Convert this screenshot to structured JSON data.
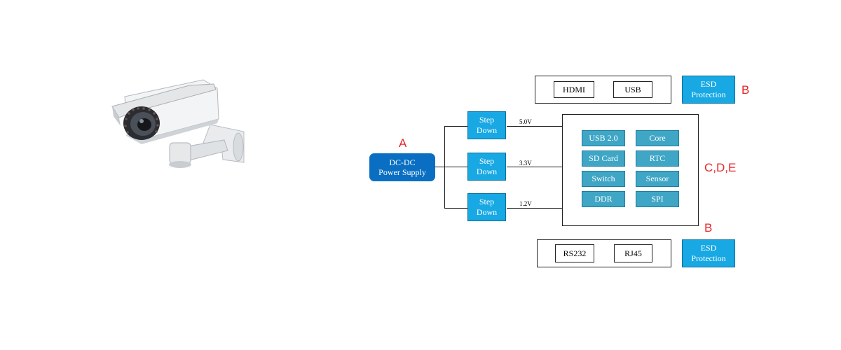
{
  "camera": {
    "icon": "security-camera-illustration"
  },
  "power_supply": {
    "line1": "DC-DC",
    "line2": "Power Supply",
    "tag": "A"
  },
  "step_downs": [
    {
      "line1": "Step",
      "line2": "Down",
      "voltage": "5.0V"
    },
    {
      "line1": "Step",
      "line2": "Down",
      "voltage": "3.3V"
    },
    {
      "line1": "Step",
      "line2": "Down",
      "voltage": "1.2V"
    }
  ],
  "top_ports": {
    "items": [
      "HDMI",
      "USB"
    ],
    "esd": {
      "line1": "ESD",
      "line2": "Protection"
    },
    "tag": "B"
  },
  "bottom_ports": {
    "items": [
      "RS232",
      "RJ45"
    ],
    "esd": {
      "line1": "ESD",
      "line2": "Protection"
    },
    "tag": "B"
  },
  "main_block": {
    "blocks": [
      "USB 2.0",
      "Core",
      "SD Card",
      "RTC",
      "Switch",
      "Sensor",
      "DDR",
      "SPI"
    ],
    "tag": "C,D,E"
  },
  "colors": {
    "power_supply": "#0a6fc2",
    "step_down": "#18a8e3",
    "block": "#3fa6c6",
    "tag": "#e8262a"
  }
}
